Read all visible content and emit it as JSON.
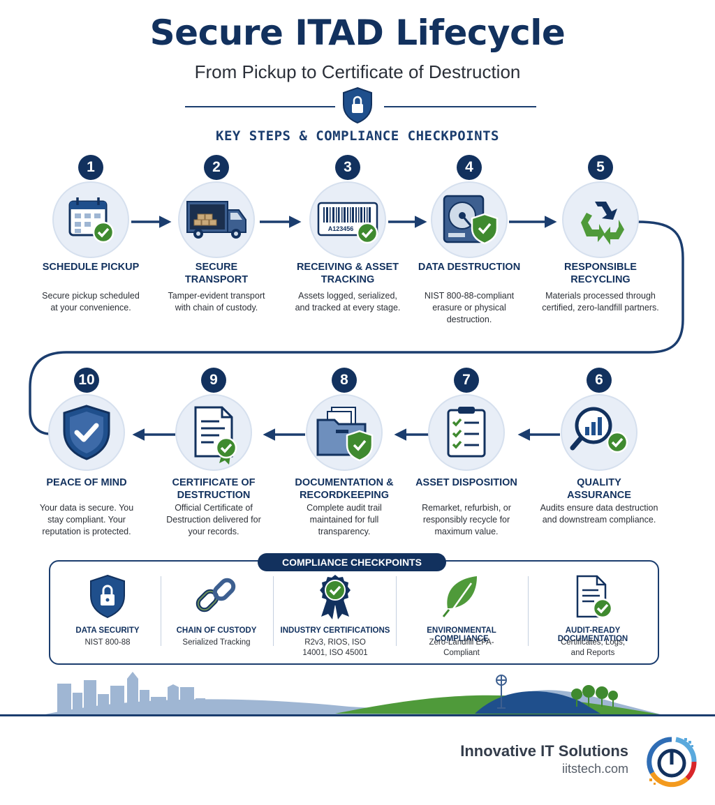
{
  "header": {
    "title": "Secure ITAD Lifecycle",
    "subtitle": "From Pickup to Certificate of Destruction",
    "section_heading": "KEY STEPS & COMPLIANCE CHECKPOINTS"
  },
  "steps": [
    {
      "number": "1",
      "label": "SCHEDULE PICKUP",
      "description": "Secure pickup scheduled at your convenience.",
      "icon": "calendar-check-icon"
    },
    {
      "number": "2",
      "label": "SECURE TRANSPORT",
      "description": "Tamper-evident transport with chain of custody.",
      "icon": "truck-icon"
    },
    {
      "number": "3",
      "label": "RECEIVING & ASSET TRACKING",
      "description": "Assets logged, serialized, and tracked at every stage.",
      "icon": "barcode-icon",
      "barcode_text": "A123456"
    },
    {
      "number": "4",
      "label": "DATA DESTRUCTION",
      "description": "NIST 800-88-compliant erasure or physical destruction.",
      "icon": "hard-drive-shield-icon"
    },
    {
      "number": "5",
      "label": "RESPONSIBLE RECYCLING",
      "description": "Materials processed through certified, zero-landfill partners.",
      "icon": "recycle-icon"
    },
    {
      "number": "6",
      "label": "QUALITY ASSURANCE",
      "description": "Audits ensure data destruction and downstream compliance.",
      "icon": "magnifier-chart-icon"
    },
    {
      "number": "7",
      "label": "ASSET DISPOSITION",
      "description": "Remarket, refurbish, or responsibly recycle for maximum value.",
      "icon": "clipboard-checklist-icon"
    },
    {
      "number": "8",
      "label": "DOCUMENTATION & RECORDKEEPING",
      "description": "Complete audit trail maintained for full transparency.",
      "icon": "folder-shield-icon"
    },
    {
      "number": "9",
      "label": "CERTIFICATE OF DESTRUCTION",
      "description": "Official Certificate of Destruction delivered for your records.",
      "icon": "certificate-icon"
    },
    {
      "number": "10",
      "label": "PEACE OF MIND",
      "description": "Your data is secure. You stay compliant. Your reputation is protected.",
      "icon": "shield-check-icon"
    }
  ],
  "compliance": {
    "heading": "COMPLIANCE CHECKPOINTS",
    "items": [
      {
        "label": "DATA SECURITY",
        "sub": "NIST 800-88",
        "icon": "lock-shield-icon"
      },
      {
        "label": "CHAIN OF CUSTODY",
        "sub": "Serialized Tracking",
        "icon": "chain-link-icon"
      },
      {
        "label": "INDUSTRY CERTIFICATIONS",
        "sub": "R2v3, RIOS, ISO 14001, ISO 45001",
        "icon": "award-ribbon-icon"
      },
      {
        "label": "ENVIRONMENTAL COMPLIANCE",
        "sub": "Zero-Landfill EPA-Compliant",
        "icon": "leaf-icon"
      },
      {
        "label": "AUDIT-READY DOCUMENTATION",
        "sub": "Certificates, Logs, and Reports",
        "icon": "document-check-icon"
      }
    ]
  },
  "brand": {
    "name": "Innovative IT Solutions",
    "url": "iitstech.com"
  },
  "colors": {
    "navy": "#12315e",
    "accent_green": "#3f8a2f",
    "light_circle": "#e8eef7",
    "skyline_blue": "#9fb6d3",
    "hill_green": "#4f9a3a"
  }
}
